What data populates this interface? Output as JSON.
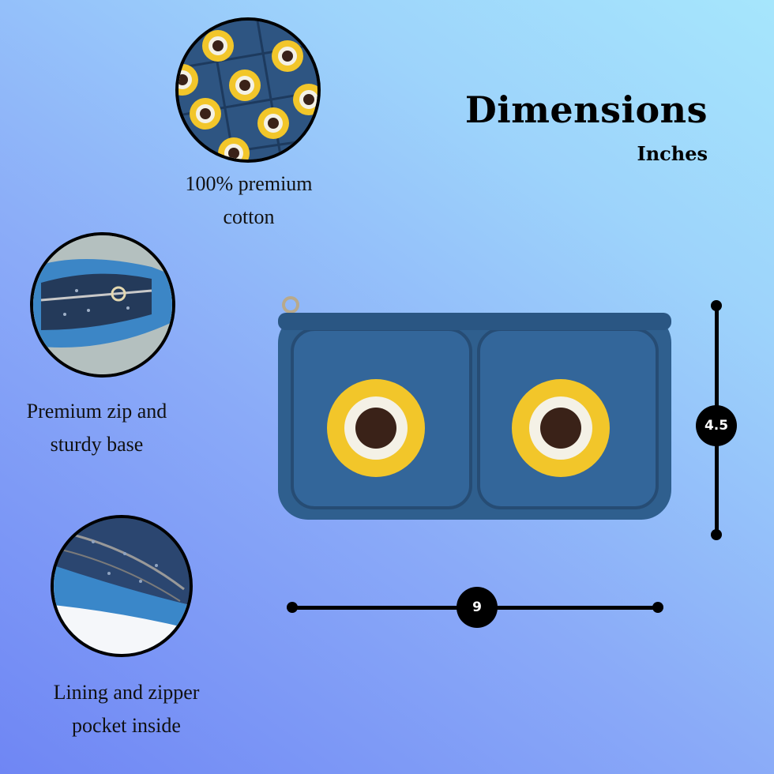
{
  "header": {
    "title": "Dimensions",
    "subtitle": "Inches"
  },
  "features": [
    {
      "caption_line1": "100% premium",
      "caption_line2": "cotton",
      "icon": "sunflower-pattern-photo"
    },
    {
      "caption_line1": "Premium zip and",
      "caption_line2": "sturdy base",
      "icon": "zip-interior-photo"
    },
    {
      "caption_line1": "Lining and zipper",
      "caption_line2": "pocket inside",
      "icon": "lining-pocket-photo"
    }
  ],
  "dimensions": {
    "height": "4.5",
    "width": "9"
  },
  "colors": {
    "bag_blue": "#2f5f8e",
    "petal_yellow": "#f2c62a",
    "center_brown": "#3a2218",
    "badge_black": "#000000"
  }
}
